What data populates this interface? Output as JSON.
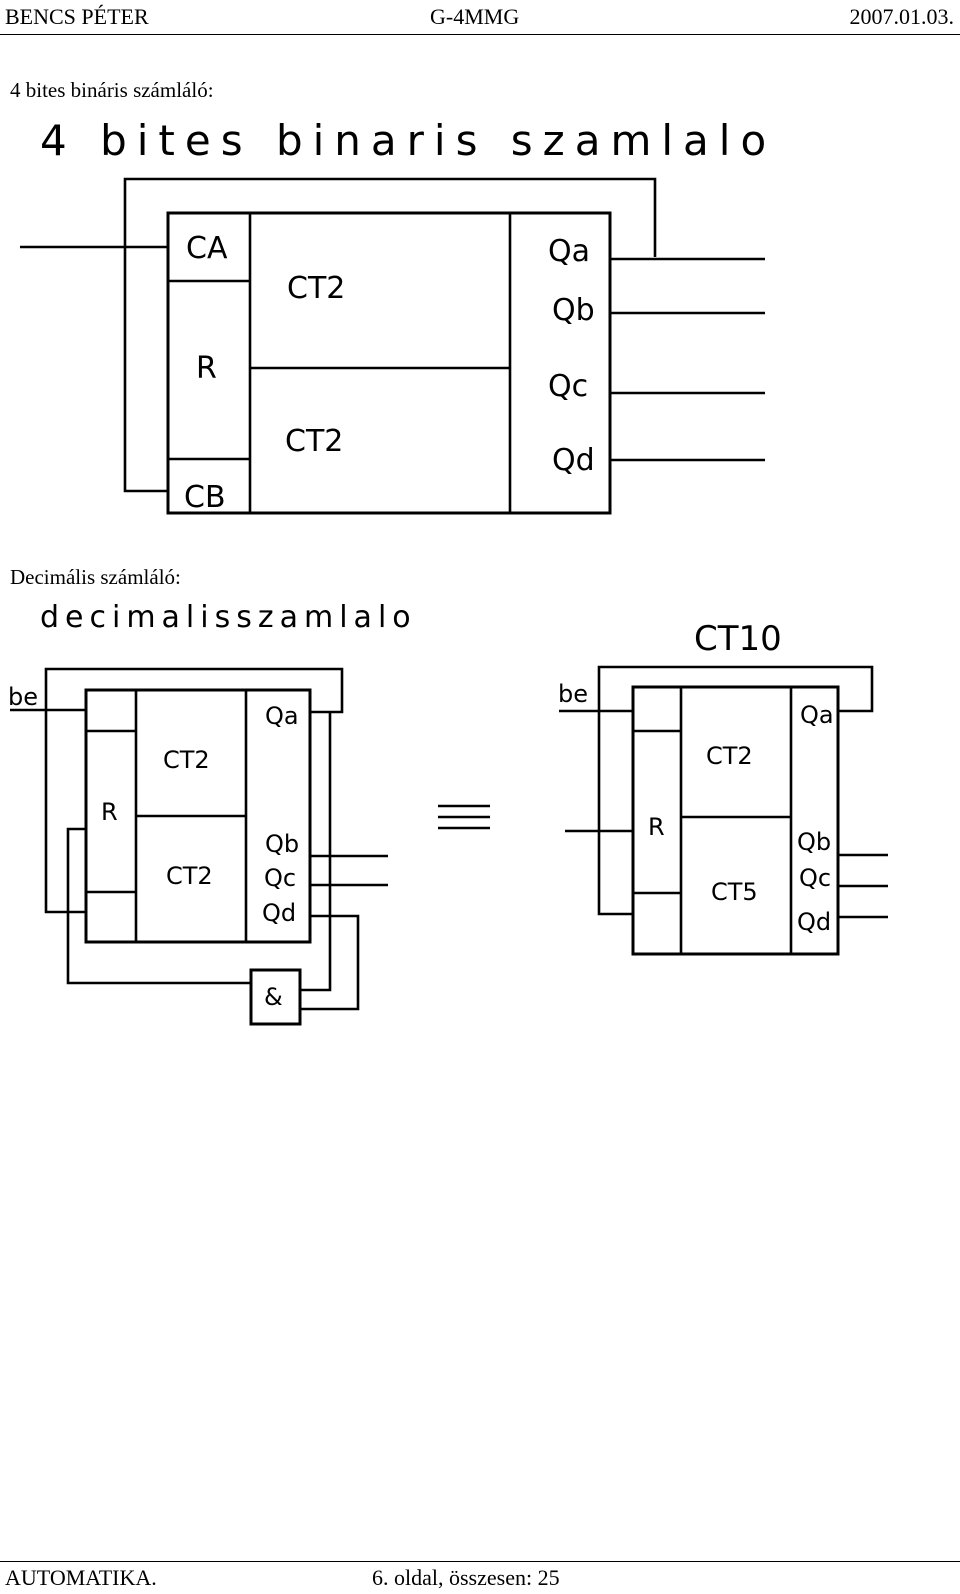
{
  "header": {
    "author": "BENCS PÉTER",
    "code": "G-4MMG",
    "date": "2007.01.03."
  },
  "footer": {
    "subject": "AUTOMATIKA.",
    "page_info": "6. oldal, összesen: 25"
  },
  "section1": {
    "caption": "4 bites bináris számláló:",
    "drawing_title": "4 bites binaris szamlalo",
    "labels": {
      "ca": "CA",
      "r": "R",
      "cb": "CB",
      "ct_top": "CT2",
      "ct_bottom": "CT2",
      "qa": "Qa",
      "qb": "Qb",
      "qc": "Qc",
      "qd": "Qd"
    }
  },
  "section2": {
    "caption": "Decimális számláló:",
    "drawing_title": "decimalisszamlalo",
    "left": {
      "input": "be",
      "r": "R",
      "ct_top": "CT2",
      "ct_bottom": "CT2",
      "qa": "Qa",
      "qb": "Qb",
      "qc": "Qc",
      "qd": "Qd",
      "gate": "&"
    },
    "equiv": "≡",
    "right": {
      "title": "CT10",
      "input": "be",
      "r": "R",
      "ct_top": "CT2",
      "ct_bottom": "CT5",
      "qa": "Qa",
      "qb": "Qb",
      "qc": "Qc",
      "qd": "Qd"
    }
  }
}
